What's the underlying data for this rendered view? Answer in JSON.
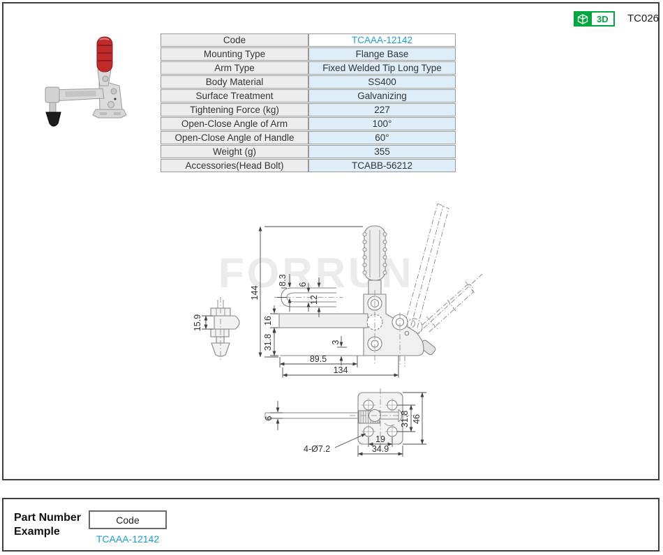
{
  "header": {
    "catalog_code": "TC026",
    "badge_3d_label": "3D"
  },
  "spec_table": {
    "rows": [
      {
        "label": "Code",
        "value": "TCAAA-12142"
      },
      {
        "label": "Mounting Type",
        "value": "Flange Base"
      },
      {
        "label": "Arm Type",
        "value": "Fixed Welded Tip Long Type"
      },
      {
        "label": "Body Material",
        "value": "SS400"
      },
      {
        "label": "Surface Treatment",
        "value": "Galvanizing"
      },
      {
        "label": "Tightening Force (kg)",
        "value": "227"
      },
      {
        "label": "Open-Close Angle of Arm",
        "value": "100°"
      },
      {
        "label": "Open-Close Angle of Handle",
        "value": "60°"
      },
      {
        "label": "Weight (g)",
        "value": "355"
      },
      {
        "label": "Accessories(Head Bolt)",
        "value": "TCABB-56212"
      }
    ]
  },
  "drawing": {
    "watermark": "FORRUN",
    "side": {
      "overall_height": "144",
      "tip_height": "8.3",
      "slot_width": "6",
      "tip_width": "12",
      "spindle_height": "15.9",
      "arm_thickness": "16",
      "under_arm_height": "31.8",
      "base_step": "3",
      "arm_reach": "89.5",
      "overall_length": "134"
    },
    "top": {
      "bar_width": "6",
      "holes": "4-Ø7.2",
      "hole_pitch_x": "19",
      "base_width": "34.9",
      "hole_pitch_y": "31.8",
      "base_length": "46"
    }
  },
  "part_example": {
    "title": "Part Number Example",
    "code_label": "Code",
    "code_value": "TCAAA-12142"
  },
  "colors": {
    "accent_blue": "#1b9cd8",
    "badge_green": "#00a63e",
    "table_left_bg": "#ededed",
    "table_right_bg": "#ddeef8"
  }
}
